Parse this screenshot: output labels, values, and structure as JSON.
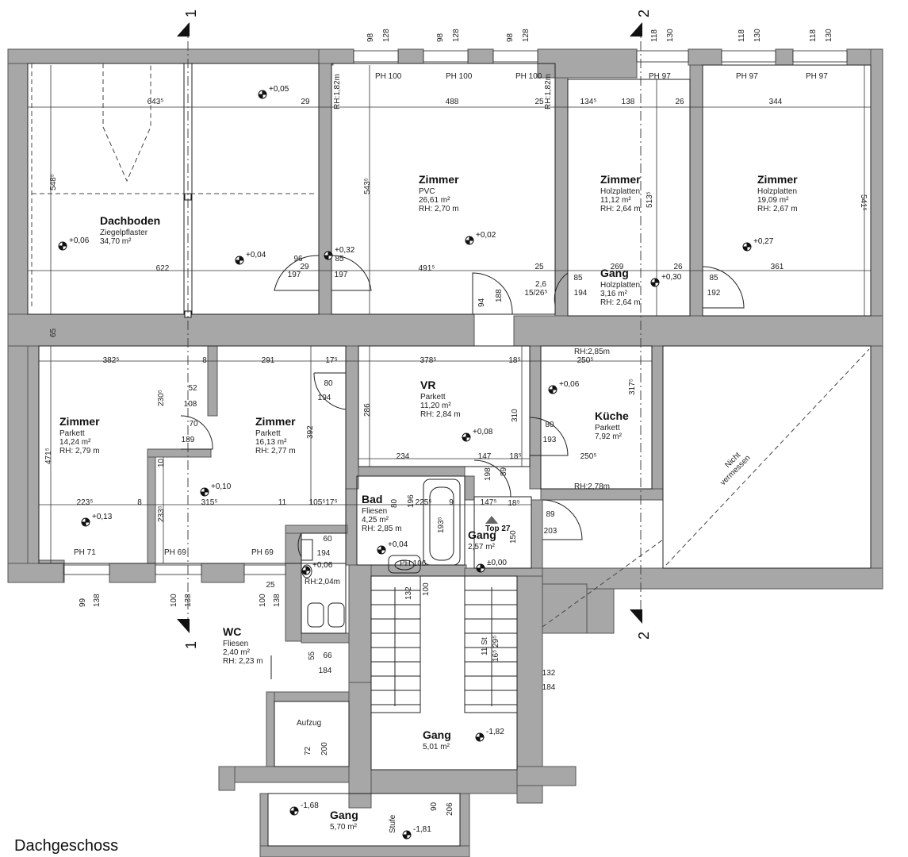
{
  "title": "Dachgeschoss",
  "rooms": [
    {
      "id": "dachboden",
      "name": "Dachboden",
      "lines": [
        "Ziegelpflaster",
        "34,70 m²"
      ]
    },
    {
      "id": "zimmer_pvc",
      "name": "Zimmer",
      "lines": [
        "PVC",
        "26,61 m²",
        "RH: 2,70 m"
      ]
    },
    {
      "id": "zimmer_holz1",
      "name": "Zimmer",
      "lines": [
        "Holzplatten",
        "11,12 m²",
        "RH: 2,64 m"
      ]
    },
    {
      "id": "zimmer_holz2",
      "name": "Zimmer",
      "lines": [
        "Holzplatten",
        "19,09 m²",
        "RH: 2,67 m"
      ]
    },
    {
      "id": "gang_top",
      "name": "Gang",
      "lines": [
        "Holzplatten",
        "3,16 m²",
        "RH: 2,64 m"
      ]
    },
    {
      "id": "zimmer_parkett1",
      "name": "Zimmer",
      "lines": [
        "Parkett",
        "14,24 m²",
        "RH: 2,79 m"
      ]
    },
    {
      "id": "zimmer_parkett2",
      "name": "Zimmer",
      "lines": [
        "Parkett",
        "16,13 m²",
        "RH: 2,77 m"
      ]
    },
    {
      "id": "vr",
      "name": "VR",
      "lines": [
        "Parkett",
        "11,20 m²",
        "RH: 2,84 m"
      ]
    },
    {
      "id": "kueche",
      "name": "Küche",
      "lines": [
        "Parkett",
        "7,92 m²"
      ]
    },
    {
      "id": "bad",
      "name": "Bad",
      "lines": [
        "Fliesen",
        "4,25 m²",
        "RH: 2,85 m"
      ]
    },
    {
      "id": "gang_mid",
      "name": "Gang",
      "lines": [
        "2,57 m²"
      ]
    },
    {
      "id": "wc",
      "name": "WC",
      "lines": [
        "Fliesen",
        "2,40 m²",
        "RH: 2,23 m"
      ]
    },
    {
      "id": "gang_stair",
      "name": "Gang",
      "lines": [
        "5,01 m²"
      ]
    },
    {
      "id": "gang_bottom",
      "name": "Gang",
      "lines": [
        "5,70 m²"
      ]
    },
    {
      "id": "aufzug",
      "name": "",
      "lines": [
        "Aufzug"
      ]
    }
  ],
  "labels": {
    "nicht": "Nicht",
    "vermessen": "vermessen",
    "top": "Top 27",
    "stufe": "Stufe",
    "st": "11 St",
    "st2": "16⁵ 29⁵"
  },
  "levels": [
    "+0,05",
    "+0,06",
    "+0,04",
    "+0,32",
    "+0,02",
    "+0,27",
    "+0,30",
    "+0,06",
    "+0,08",
    "+0,10",
    "+0,13",
    "+0,04",
    "+0,06",
    "±0,00",
    "-1,82",
    "-1,68",
    "-1,81"
  ],
  "sections": [
    "1",
    "2",
    "1",
    "2"
  ],
  "parapets": [
    "PH 100",
    "PH 100",
    "PH 100",
    "PH 97",
    "PH 97",
    "PH 97",
    "PH 71",
    "PH 69",
    "PH 69",
    "PH 106"
  ],
  "room_heights": [
    "RH:1,82m",
    "RH:1,82m",
    "RH:2,85m",
    "RH:2,78m",
    "RH:2,04m"
  ],
  "dims": [
    "643⁵",
    "29",
    "488",
    "25",
    "134⁵",
    "138",
    "26",
    "344",
    "548⁵",
    "543⁵",
    "513⁵",
    "541⁵",
    "622",
    "491⁵",
    "25",
    "269",
    "26",
    "361",
    "96",
    "85",
    "197",
    "197",
    "29",
    "94",
    "188",
    "85",
    "194",
    "85",
    "192",
    "15/26⁵",
    "2,6",
    "65",
    "382⁵",
    "8",
    "291",
    "17⁵",
    "378⁵",
    "18⁵",
    "250⁵",
    "317⁵",
    "52",
    "108",
    "230⁵",
    "70",
    "189",
    "392",
    "80",
    "194",
    "286",
    "310",
    "80",
    "193",
    "234",
    "147",
    "18⁵",
    "250⁵",
    "471⁵",
    "10",
    "233⁵",
    "223⁵",
    "8",
    "315⁵",
    "11",
    "105⁵",
    "17⁵",
    "225⁵",
    "9",
    "147⁵",
    "18⁵",
    "60",
    "194",
    "25",
    "80",
    "196",
    "193⁵",
    "89",
    "198",
    "89",
    "203",
    "150",
    "132",
    "100",
    "55",
    "66",
    "184",
    "132",
    "184",
    "99",
    "138",
    "100",
    "138",
    "100",
    "138",
    "98",
    "128",
    "98",
    "128",
    "98",
    "128",
    "118",
    "130",
    "118",
    "130",
    "118",
    "130",
    "72",
    "200",
    "90",
    "206"
  ]
}
